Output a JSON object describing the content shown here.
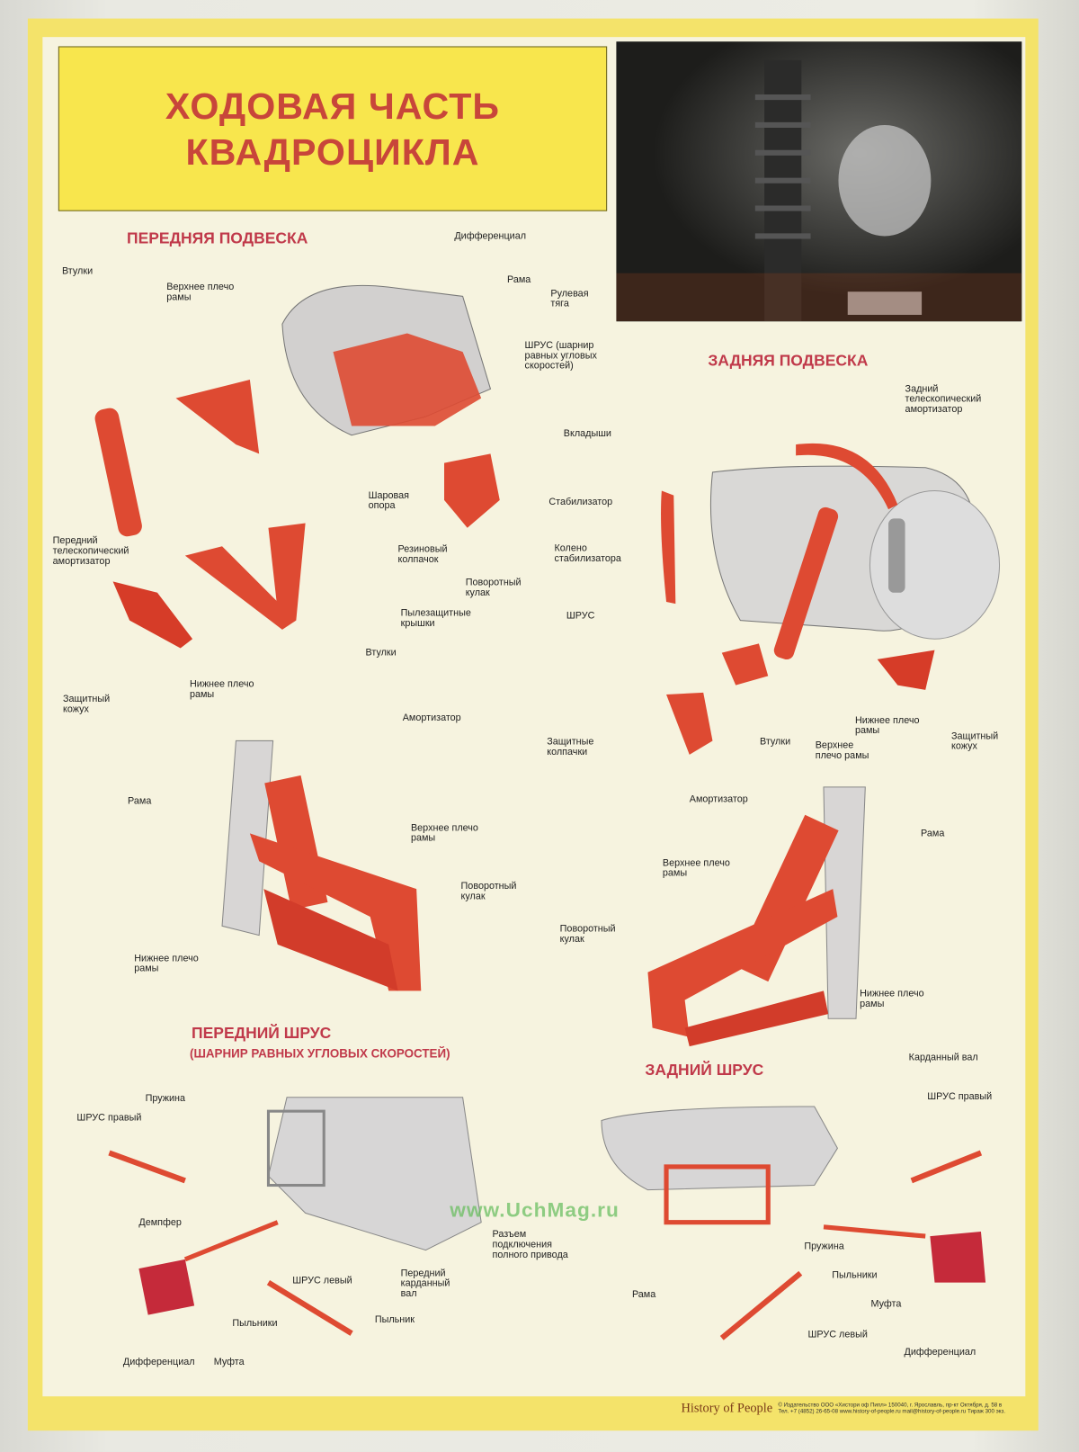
{
  "title": {
    "line1": "ХОДОВАЯ ЧАСТЬ",
    "line2": "КВАДРОЦИКЛА"
  },
  "sections": {
    "front_susp": "ПЕРЕДНЯЯ ПОДВЕСКА",
    "rear_susp": "ЗАДНЯЯ ПОДВЕСКА",
    "front_cv": "ПЕРЕДНИЙ ШРУС",
    "front_cv_sub": "(ШАРНИР РАВНЫХ УГЛОВЫХ СКОРОСТЕЙ)",
    "rear_cv": "ЗАДНИЙ ШРУС"
  },
  "front_susp_labels": [
    "Втулки",
    "Верхнее плечо\nрамы",
    "Дифференциал",
    "Рама",
    "Рулевая\nтяга",
    "ШРУС (шарнир\nравных угловых\nскоростей)",
    "Шаровая\nопора",
    "Резиновый\nколпачок",
    "Поворотный\nкулак",
    "Передний\nтелескопический\nамортизатор",
    "Пылезащитные\nкрышки",
    "Втулки",
    "Нижнее плечо\nрамы",
    "Защитный\nкожух"
  ],
  "rear_susp_labels": [
    "Задний\nтелескопический\nамортизатор",
    "Вкладыши",
    "Стабилизатор",
    "Колено\nстабилизатора",
    "ШРУС",
    "Нижнее плечо\nрамы",
    "Защитный\nкожух",
    "Защитные\nколпачки",
    "Втулки",
    "Верхнее\nплечо рамы"
  ],
  "front_side_labels": [
    "Амортизатор",
    "Рама",
    "Верхнее плечо\nрамы",
    "Поворотный\nкулак",
    "Нижнее плечо\nрамы"
  ],
  "rear_side_labels": [
    "Амортизатор",
    "Рама",
    "Верхнее плечо\nрамы",
    "Поворотный\nкулак",
    "Нижнее плечо\nрамы"
  ],
  "front_cv_labels": [
    "Пружина",
    "ШРУС правый",
    "Демпфер",
    "Разъем\nподключения\nполного привода",
    "Передний\nкарданный\nвал",
    "ШРУС левый",
    "Пыльник",
    "Пыльники",
    "Дифференциал",
    "Муфта"
  ],
  "rear_cv_labels": [
    "Карданный вал",
    "ШРУС правый",
    "Пружина",
    "Пыльники",
    "Муфта",
    "Рама",
    "ШРУС левый",
    "Дифференциал"
  ],
  "watermark": "www.UchMag.ru",
  "footer": {
    "brand": "History of People",
    "imprint": "© Издательство ООО «Хистори оф Пипл» 150040, г. Ярославль, пр-кт Октября, д. 58 в\nТел. +7 (4852) 26-65-08 www.history-of-people.ru mail@history-of-people.ru Тираж 300 экз."
  },
  "colors": {
    "accent_red": "#d9402e",
    "title_red": "#c8463a",
    "frame_yellow": "#f4e36a"
  }
}
